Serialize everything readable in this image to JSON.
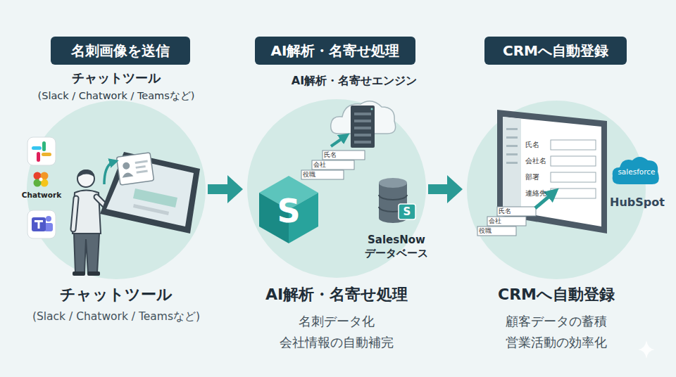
{
  "diagram": {
    "nodes": [
      {
        "text": [
          "名刺画像を送信"
        ]
      },
      {
        "text": [
          "チャットツール",
          "(Slack / Chatwork / Teamsなど)",
          "チャットツール",
          "(Slack / Chatwork / Teamsなど)"
        ]
      },
      {
        "text": [
          "AI解析・名寄せ処理"
        ]
      },
      {
        "text": [
          "AI解析・名寄せエンジン",
          "AI解析・名寄せ処理",
          "名刺データ化",
          "会社情報の自動補完"
        ]
      },
      {
        "text": [
          "SalesNow データベース"
        ],
        "in": 3
      },
      {
        "text": [
          "CRMへ自動登録"
        ]
      },
      {
        "text": [
          "CRMへ自動登録",
          "顧客データの蓄積",
          "営業活動の効率化"
        ]
      }
    ],
    "edges": [
      {
        "from": 1,
        "to": 3,
        "arrow": "to"
      },
      {
        "from": 3,
        "to": 6,
        "arrow": "to"
      }
    ],
    "labels": [
      "Chatwork",
      "S",
      "氏名",
      "会社",
      "役職",
      "S",
      "氏名",
      "会社名",
      "部署",
      "連絡先",
      "氏名",
      "会社",
      "役職",
      "salesforce",
      "HubSpot"
    ]
  }
}
